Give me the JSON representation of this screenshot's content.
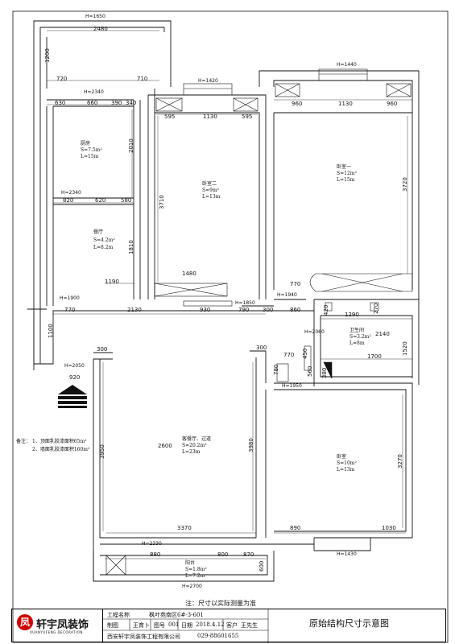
{
  "plan_title": "原始结构尺寸示意图",
  "note_bottom": "注：尺寸以实际测量为准",
  "remarks": {
    "heading": "备注：",
    "line1": "1、顶面乳胶漆面积65m²",
    "line2": "2、墙面乳胶漆面积160m²"
  },
  "rooms": {
    "kitchen": {
      "name": "厨房",
      "area": "S=7.5m²",
      "perimeter": "L=15m"
    },
    "dining": {
      "name": "餐厅",
      "area": "S=4.2m²",
      "perimeter": "L=8.2m"
    },
    "bedroom2": {
      "name": "卧室二",
      "area": "S=9m²",
      "perimeter": "L=13m"
    },
    "bedroom1": {
      "name": "卧室一",
      "area": "S=12m²",
      "perimeter": "L=15m"
    },
    "bathroom": {
      "name": "卫生间",
      "area": "S=3.2m²",
      "perimeter": "L=8m"
    },
    "living": {
      "name": "客餐厅、过道",
      "area": "S=20.2m²",
      "perimeter": "L=23m"
    },
    "bedroom": {
      "name": "卧室",
      "area": "S=10m²",
      "perimeter": "L=13m"
    },
    "balcony": {
      "name": "阳台",
      "area": "S=1.8m²",
      "perimeter": "L=7.2m"
    }
  },
  "heights": {
    "h1650": "H=1650",
    "h2340a": "H=2340",
    "h2340b": "H=2340",
    "h1420": "H=1420",
    "h1440": "H=1440",
    "h1940": "H=1940",
    "h1900": "H=1900",
    "h1850": "H=1850",
    "h2060": "H=2060",
    "h2050": "H=2050",
    "h1950": "H=1950",
    "h2330": "H=2330",
    "h1430": "H=1430",
    "h2700": "H=2700"
  },
  "dims": {
    "d2480": "2480",
    "d1200": "1200",
    "d720": "720",
    "d710": "710",
    "d630": "630",
    "d660": "660",
    "d390": "390",
    "d340": "340",
    "d2010": "2010",
    "d820": "820",
    "d620": "620",
    "d580": "580",
    "d1810": "1810",
    "d1190": "1190",
    "d595a": "595",
    "d1130a": "1130",
    "d595b": "595",
    "d3710": "3710",
    "d1480": "1480",
    "d960a": "960",
    "d1130b": "1130",
    "d960b": "960",
    "d3720": "3720",
    "d770a": "770",
    "d770b": "770",
    "d2130": "2130",
    "d930": "930",
    "d790": "790",
    "d300a": "300",
    "d860": "860",
    "d1100": "1100",
    "d920": "920",
    "d420": "420",
    "d1290": "1290",
    "d270": "270",
    "d2140": "2140",
    "d1520": "1520",
    "d1700": "1700",
    "d300b": "300",
    "d300c": "300",
    "d770c": "770",
    "d450": "450",
    "d560": "560",
    "d380": "380",
    "d780": "780",
    "d2600": "2600",
    "d3950": "3950",
    "d3980": "3980",
    "d3370": "3370",
    "d3270": "3270",
    "d890": "890",
    "d1030": "1030",
    "d880": "880",
    "d800": "800",
    "d870": "870",
    "d600": "600"
  },
  "title_block": {
    "label_project": "工程名称",
    "project": "枫叶苑南区6#-3-601",
    "label_draw": "制图",
    "drafter": "王育卜",
    "label_sheet": "图号",
    "sheet": "001",
    "label_date": "日期",
    "date": "2018.4.12",
    "label_client": "客户",
    "client": "王先生",
    "company": "西安轩宇凤装饰工程有限公司",
    "phone": "029-88601655",
    "logo_text": "轩宇凤装饰",
    "logo_sub": "XUANYUFENG DECORATION"
  },
  "colors": {
    "line": "#111111",
    "logo": "#cc0000"
  }
}
